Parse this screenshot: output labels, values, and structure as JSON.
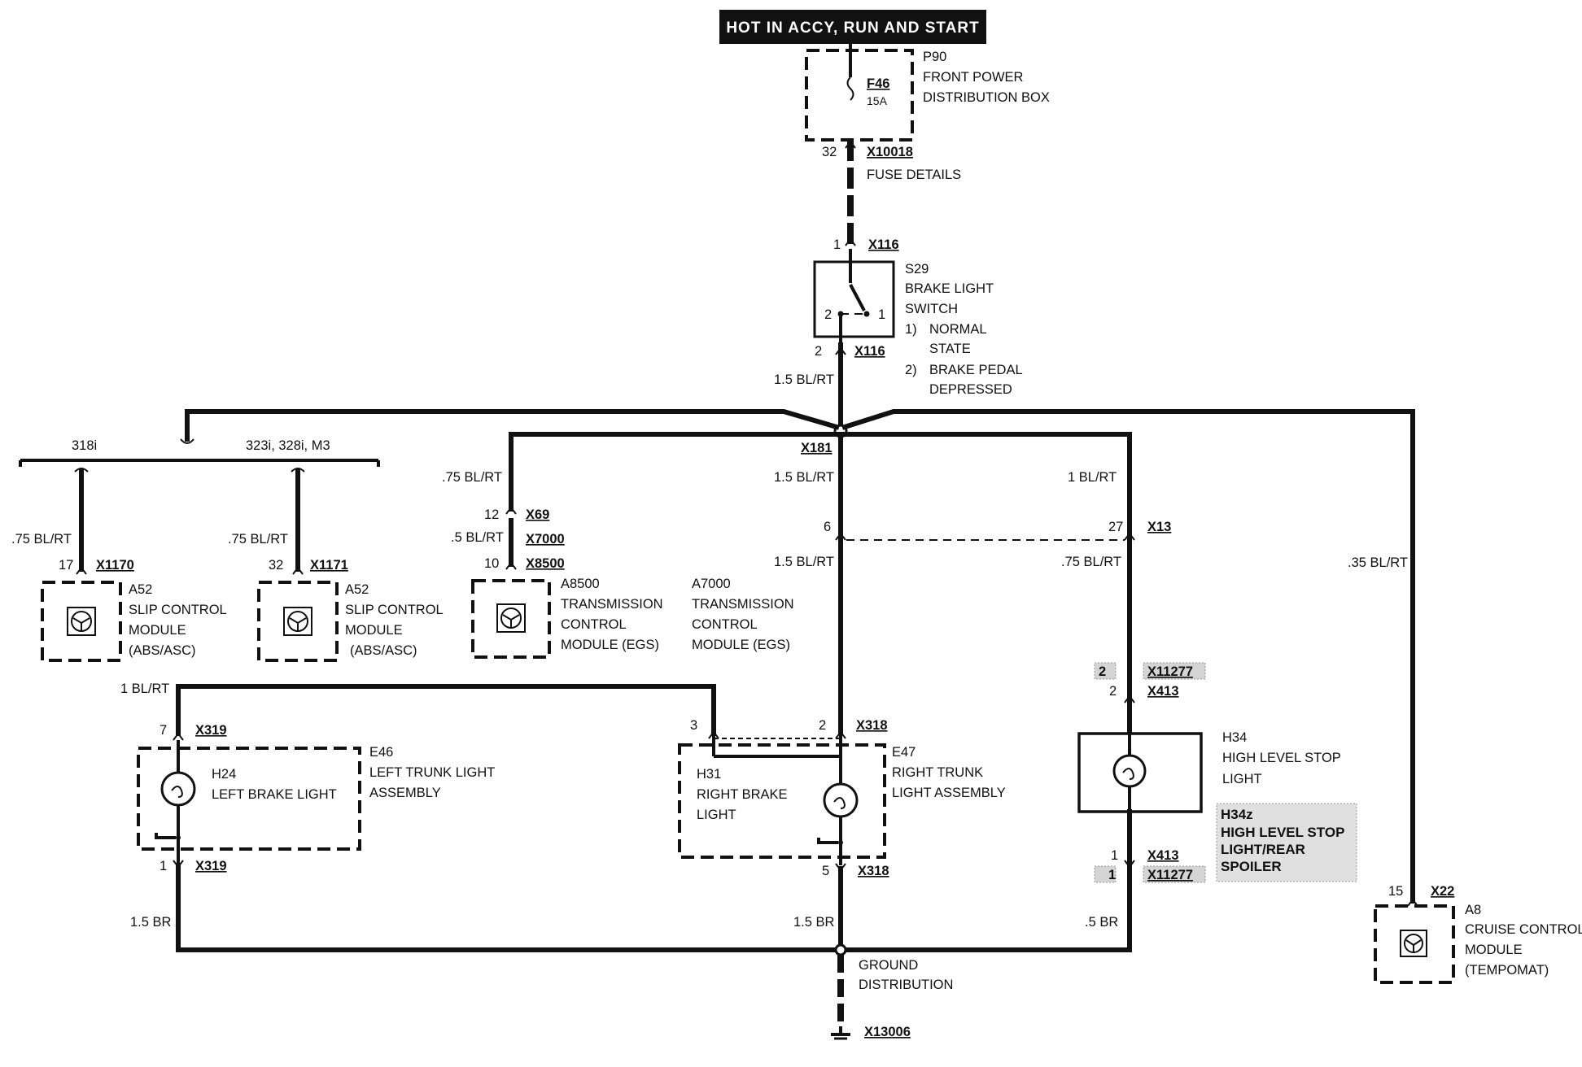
{
  "header": "HOT IN ACCY, RUN AND START",
  "fuse_box": {
    "id": "P90",
    "line1": "FRONT POWER",
    "line2": "DISTRIBUTION BOX",
    "fuse": "F46",
    "rating": "15A"
  },
  "fuse_out": {
    "pin": "32",
    "conn": "X10018",
    "note": "FUSE DETAILS"
  },
  "brake_switch": {
    "id": "S29",
    "name1": "BRAKE LIGHT",
    "name2": "SWITCH",
    "state1_num": "1)",
    "state1_a": "NORMAL",
    "state1_b": "STATE",
    "state2_num": "2)",
    "state2_a": "BRAKE PEDAL",
    "state2_b": "DEPRESSED",
    "in_pin": "1",
    "in_conn": "X116",
    "out_pin": "2",
    "out_conn": "X116",
    "contact_left": "2",
    "contact_right": "1"
  },
  "wires": {
    "main_feed": "1.5 BL/RT",
    "splice": "X181",
    "left_branch": "1.5 BL/RT",
    "center_lower": "1.5 BL/RT",
    "right_branch": "1 BL/RT",
    "right_lower": ".75  BL/RT",
    "cruise": ".35 BL/RT",
    "egs": ".75 BL/RT",
    "egs_lower": ".5 BL/RT",
    "abs1": ".75 BL/RT",
    "abs2": ".75 BL/RT",
    "lamp_feed": "1 BL/RT",
    "gnd_left": "1.5 BR",
    "gnd_center": "1.5 BR",
    "gnd_right": ".5 BR"
  },
  "variants": {
    "left": "318i",
    "right": "323i, 328i, M3"
  },
  "modules": {
    "abs1": {
      "pin": "17",
      "conn": "X1170",
      "id": "A52",
      "l1": "SLIP CONTROL",
      "l2": "MODULE",
      "l3": "(ABS/ASC)"
    },
    "abs2": {
      "pin": "32",
      "conn": "X1171",
      "id": "A52",
      "l1": "SLIP CONTROL",
      "l2": "MODULE",
      "l3": "(ABS/ASC)"
    },
    "egs": {
      "pin_a": "12",
      "conn_a": "X69",
      "conn_b": "X7000",
      "pin_c": "10",
      "conn_c": "X8500",
      "id": "A8500",
      "l1": "TRANSMISSION",
      "l2": "CONTROL",
      "l3": "MODULE (EGS)"
    },
    "egs2": {
      "id": "A7000",
      "l1": "TRANSMISSION",
      "l2": "CONTROL",
      "l3": "MODULE (EGS)"
    },
    "cruise": {
      "pin": "15",
      "conn": "X22",
      "id": "A8",
      "l1": "CRUISE CONTROL",
      "l2": "MODULE",
      "l3": "(TEMPOMAT)"
    }
  },
  "connector_x13": {
    "pin_left": "6",
    "pin_right": "27",
    "conn": "X13"
  },
  "left_lamp": {
    "assembly": "E46",
    "a1": "LEFT TRUNK LIGHT",
    "a2": "ASSEMBLY",
    "lamp": "H24",
    "lamp_name": "LEFT BRAKE LIGHT",
    "top_pin": "7",
    "top_conn": "X319",
    "bot_pin": "1",
    "bot_conn": "X319"
  },
  "right_lamp": {
    "assembly": "E47",
    "a1": "RIGHT TRUNK",
    "a2": "LIGHT ASSEMBLY",
    "lamp": "H31",
    "l1": "RIGHT BRAKE",
    "l2": "LIGHT",
    "pin3": "3",
    "pin2": "2",
    "top_conn": "X318",
    "bot_pin": "5",
    "bot_conn": "X318"
  },
  "high_stop": {
    "id": "H34",
    "l1": "HIGH LEVEL STOP",
    "l2": "LIGHT",
    "alt_id": "H34z",
    "alt1": "HIGH LEVEL STOP",
    "alt2": "LIGHT/REAR",
    "alt3": "SPOILER",
    "top_pin_alt": "2",
    "top_conn_alt": "X11277",
    "top_pin": "2",
    "top_conn": "X413",
    "bot_pin": "1",
    "bot_conn": "X413",
    "bot_pin_alt": "1",
    "bot_conn_alt": "X11277"
  },
  "ground": {
    "l1": "GROUND",
    "l2": "DISTRIBUTION",
    "conn": "X13006"
  }
}
